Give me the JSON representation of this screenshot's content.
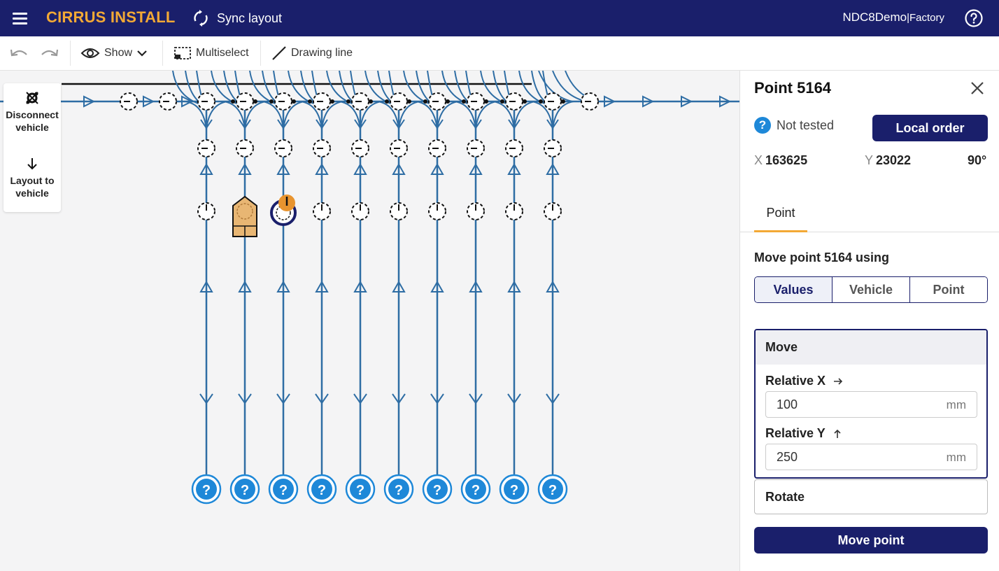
{
  "app": {
    "title": "CIRRUS INSTALL",
    "sync_label": "Sync layout",
    "site_name": "NDC8Demo",
    "site_separator": "|",
    "site_area": "Factory",
    "brand_color": "#1a1f6b",
    "accent_color": "#f3a935"
  },
  "toolbar": {
    "show_label": "Show",
    "multiselect_label": "Multiselect",
    "drawing_line_label": "Drawing line"
  },
  "side_panel": {
    "disconnect_line1": "Disconnect",
    "disconnect_line2": "vehicle",
    "layout_line1": "Layout to",
    "layout_line2": "vehicle"
  },
  "map": {
    "lane_count": 10,
    "unknown_marker_glyph": "?",
    "path_color": "#2e6da4",
    "unknown_marker_color": "#1e88d8",
    "vehicle_color": "#e8b673",
    "selected_point_color": "#1a1f6b"
  },
  "panel": {
    "title": "Point 5164",
    "status": "Not tested",
    "local_order_label": "Local order",
    "x_label": "X",
    "x_value": "163625",
    "y_label": "Y",
    "y_value": "23022",
    "angle": "90°",
    "tab_point": "Point",
    "move_using": "Move point 5164 using",
    "seg_values": "Values",
    "seg_vehicle": "Vehicle",
    "seg_point": "Point",
    "move_section": "Move",
    "relative_x_label": "Relative X",
    "relative_x_value": "100",
    "relative_y_label": "Relative Y",
    "relative_y_value": "250",
    "unit": "mm",
    "rotate_section": "Rotate",
    "move_point_label": "Move point"
  }
}
